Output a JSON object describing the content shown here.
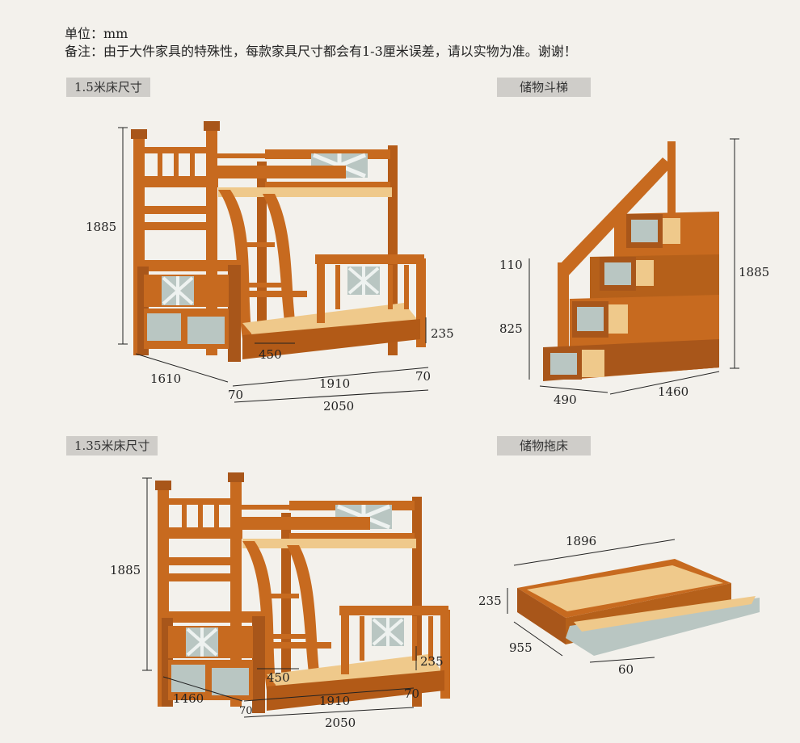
{
  "header": {
    "unit_line": "单位：mm",
    "remark_line": "备注：由于大件家具的特殊性，每款家具尺寸都会有1-3厘米误差，请以实物为准。谢谢！"
  },
  "sections": {
    "bed_15": {
      "tag": "1.5米床尺寸",
      "dims": {
        "height": "1885",
        "depth": "1610",
        "rail": "450",
        "low": "235",
        "left_post": "70",
        "right_post": "70",
        "inner": "1910",
        "total": "2050"
      }
    },
    "stair": {
      "tag": "储物斗梯",
      "dims": {
        "step": "110",
        "mid": "825",
        "height": "1885",
        "depth": "490",
        "length": "1460"
      }
    },
    "bed_135": {
      "tag": "1.35米床尺寸",
      "dims": {
        "height": "1885",
        "depth": "1460",
        "rail": "450",
        "low": "235",
        "left_post": "70",
        "right_post": "70",
        "inner": "1910",
        "total": "2050"
      }
    },
    "trundle": {
      "tag": "储物拖床",
      "dims": {
        "length": "1896",
        "height": "235",
        "depth": "955",
        "drawer": "60"
      }
    }
  },
  "colors": {
    "wood": "#c76a1f",
    "wood_dark": "#8f4512",
    "slat": "#efc98b",
    "panel": "#b9c6c2",
    "tag_bg": "#cfcdc9"
  }
}
